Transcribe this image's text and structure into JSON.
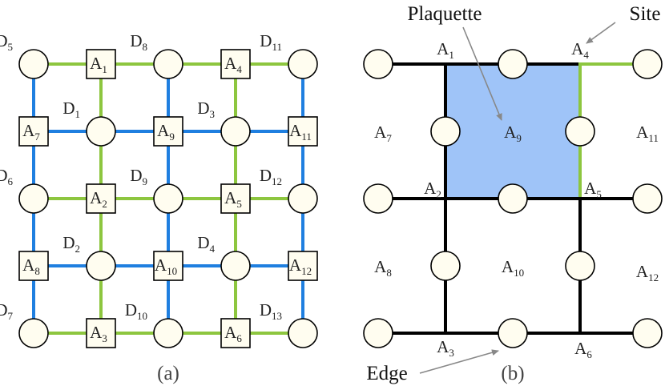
{
  "colors": {
    "green_edge": "#8dc63f",
    "blue_edge": "#1f7fe0",
    "black_edge": "#000000",
    "node_fill": "#fffdf0",
    "node_stroke": "#000000",
    "plaquette_fill": "#9fc4f8",
    "arrow": "#888888"
  },
  "panel_a": {
    "caption": "(a)",
    "circle_nodes": [
      {
        "base": "D",
        "sub": "5"
      },
      {
        "base": "D",
        "sub": "8"
      },
      {
        "base": "D",
        "sub": "11"
      },
      {
        "base": "D",
        "sub": "1"
      },
      {
        "base": "D",
        "sub": "3"
      },
      {
        "base": "D",
        "sub": "6"
      },
      {
        "base": "D",
        "sub": "9"
      },
      {
        "base": "D",
        "sub": "12"
      },
      {
        "base": "D",
        "sub": "2"
      },
      {
        "base": "D",
        "sub": "4"
      },
      {
        "base": "D",
        "sub": "7"
      },
      {
        "base": "D",
        "sub": "10"
      },
      {
        "base": "D",
        "sub": "13"
      }
    ],
    "square_nodes": [
      {
        "base": "A",
        "sub": "1"
      },
      {
        "base": "A",
        "sub": "4"
      },
      {
        "base": "A",
        "sub": "7"
      },
      {
        "base": "A",
        "sub": "9"
      },
      {
        "base": "A",
        "sub": "11"
      },
      {
        "base": "A",
        "sub": "2"
      },
      {
        "base": "A",
        "sub": "5"
      },
      {
        "base": "A",
        "sub": "8"
      },
      {
        "base": "A",
        "sub": "10"
      },
      {
        "base": "A",
        "sub": "12"
      },
      {
        "base": "A",
        "sub": "3"
      },
      {
        "base": "A",
        "sub": "6"
      }
    ]
  },
  "panel_b": {
    "caption": "(b)",
    "annotations": {
      "plaquette": "Plaquette",
      "site": "Site",
      "edge": "Edge"
    },
    "labels": [
      {
        "base": "A",
        "sub": "1"
      },
      {
        "base": "A",
        "sub": "4"
      },
      {
        "base": "A",
        "sub": "7"
      },
      {
        "base": "A",
        "sub": "9"
      },
      {
        "base": "A",
        "sub": "11"
      },
      {
        "base": "A",
        "sub": "2"
      },
      {
        "base": "A",
        "sub": "5"
      },
      {
        "base": "A",
        "sub": "8"
      },
      {
        "base": "A",
        "sub": "10"
      },
      {
        "base": "A",
        "sub": "12"
      },
      {
        "base": "A",
        "sub": "3"
      },
      {
        "base": "A",
        "sub": "6"
      }
    ]
  }
}
